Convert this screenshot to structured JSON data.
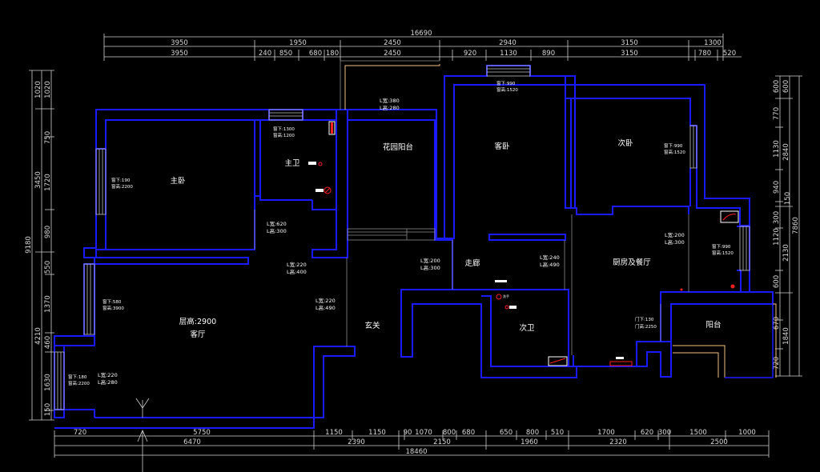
{
  "dimensions": {
    "top_overall": "16690",
    "top_row1": [
      "3950",
      "1950",
      "2450",
      "2940",
      "3150",
      "1300"
    ],
    "top_row2": [
      "3950",
      "240",
      "850",
      "680",
      "180",
      "2450",
      "920",
      "1130",
      "890",
      "3150",
      "780",
      "520"
    ],
    "bottom_overall": "18460",
    "bottom_row1": [
      "6470",
      "2390",
      "2150",
      "1960",
      "2320",
      "2500"
    ],
    "bottom_row2": [
      "720",
      "5750",
      "1150",
      "1150",
      "90",
      "1070",
      "800",
      "680",
      "650",
      "800",
      "510",
      "1700",
      "620",
      "300",
      "1500",
      "1000"
    ],
    "left_overall": "9180",
    "left_row1": [
      "1020",
      "3450",
      "4210"
    ],
    "left_row2": [
      "1020",
      "750",
      "1720",
      "980",
      "550",
      "1370",
      "460",
      "1630",
      "150"
    ],
    "right_overall": "7860",
    "right_row1": [
      "600",
      "2840",
      "2130",
      "1840"
    ],
    "right_row2": [
      "600",
      "770",
      "1130",
      "940",
      "150",
      "300",
      "1120",
      "600",
      "670",
      "720"
    ]
  },
  "rooms": {
    "master_bedroom": "主卧",
    "master_bath": "主卫",
    "garden_balcony": "花园阳台",
    "guest_bedroom": "客卧",
    "second_bedroom": "次卧",
    "living_room": "客厅",
    "floor_height": "层高:2900",
    "entrance": "玄关",
    "corridor": "走廊",
    "second_bath": "次卫",
    "kitchen_dining": "厨房及餐厅",
    "balcony": "阳台"
  },
  "notes": {
    "mb_win": [
      "窗下:190",
      "窗高:2200"
    ],
    "bath_win": [
      "窗下:1300",
      "窗高:1200"
    ],
    "bath_door": [
      "L宽:620",
      "L高:300"
    ],
    "garden_door": [
      "L宽:380",
      "L高:280"
    ],
    "guest_win": [
      "窗下:990",
      "窗高:1520"
    ],
    "second_win": [
      "窗下:990",
      "窗高:1520"
    ],
    "mb_door": [
      "L宽:220",
      "L高:400"
    ],
    "living_win": [
      "窗下:580",
      "窗高:3900"
    ],
    "living_door": [
      "L宽:220",
      "L高:490"
    ],
    "corridor_door": [
      "L宽:200",
      "L高:300"
    ],
    "bath2_door": [
      "L宽:240",
      "L高:490"
    ],
    "kitchen_door": [
      "L宽:200",
      "L高:300"
    ],
    "kitchen_win": [
      "窗下:990",
      "窗高:1520"
    ],
    "balcony_door": [
      "门下:130",
      "门高:2250"
    ],
    "living_bwin": [
      "窗下:180",
      "窗高:2200"
    ],
    "living_bdoor": [
      "L宽:220",
      "L高:280"
    ],
    "sink_label": "洗手"
  },
  "colors": {
    "background": "#000000",
    "wall": "#1a1aff",
    "dimension": "#d8d8d8",
    "accent_red": "#ff2020",
    "balcony_rail": "#f0c080"
  }
}
